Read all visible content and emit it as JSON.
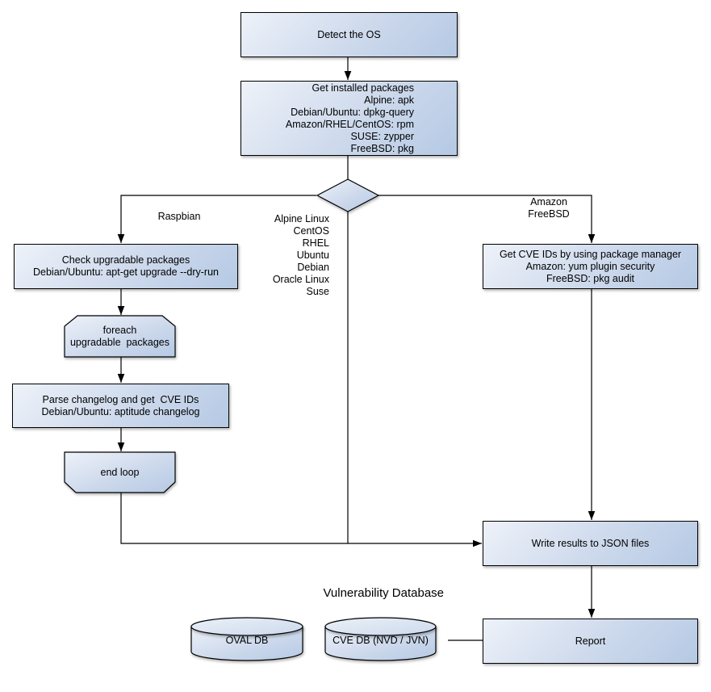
{
  "colors": {
    "node_gradient_start": "#eef2f9",
    "node_gradient_end": "#b5c9e4",
    "shape_border": "#000000",
    "container_fill": "#f1f1f1",
    "background": "#ffffff"
  },
  "nodes": {
    "detect_os": {
      "label": "Detect the OS"
    },
    "get_installed_packages": {
      "label": "Get installed packages\nAlpine: apk\nDebian/Ubuntu: dpkg-query\nAmazon/RHEL/CentOS: rpm\nSUSE: zypper\nFreeBSD: pkg"
    },
    "check_upgradable": {
      "label": "Check upgradable packages\nDebian/Ubuntu: apt-get upgrade --dry-run"
    },
    "foreach_loop": {
      "label": "foreach\nupgradable  packages"
    },
    "parse_changelog": {
      "label": "Parse changelog and get  CVE IDs\nDebian/Ubuntu: aptitude changelog"
    },
    "end_loop": {
      "label": "end loop"
    },
    "get_cve_ids": {
      "label": "Get CVE IDs by using package manager\nAmazon: yum plugin security\nFreeBSD: pkg audit"
    },
    "write_results": {
      "label": "Write results to JSON files"
    },
    "report": {
      "label": "Report"
    }
  },
  "edge_labels": {
    "left_branch": "Raspbian",
    "middle_branch": "Alpine Linux\nCentOS\nRHEL\nUbuntu\nDebian\nOracle Linux\nSuse",
    "right_branch": "Amazon\nFreeBSD"
  },
  "vulnerability_database": {
    "title": "Vulnerability Database",
    "oval_db": "OVAL DB",
    "cve_db": "CVE DB (NVD / JVN)"
  }
}
